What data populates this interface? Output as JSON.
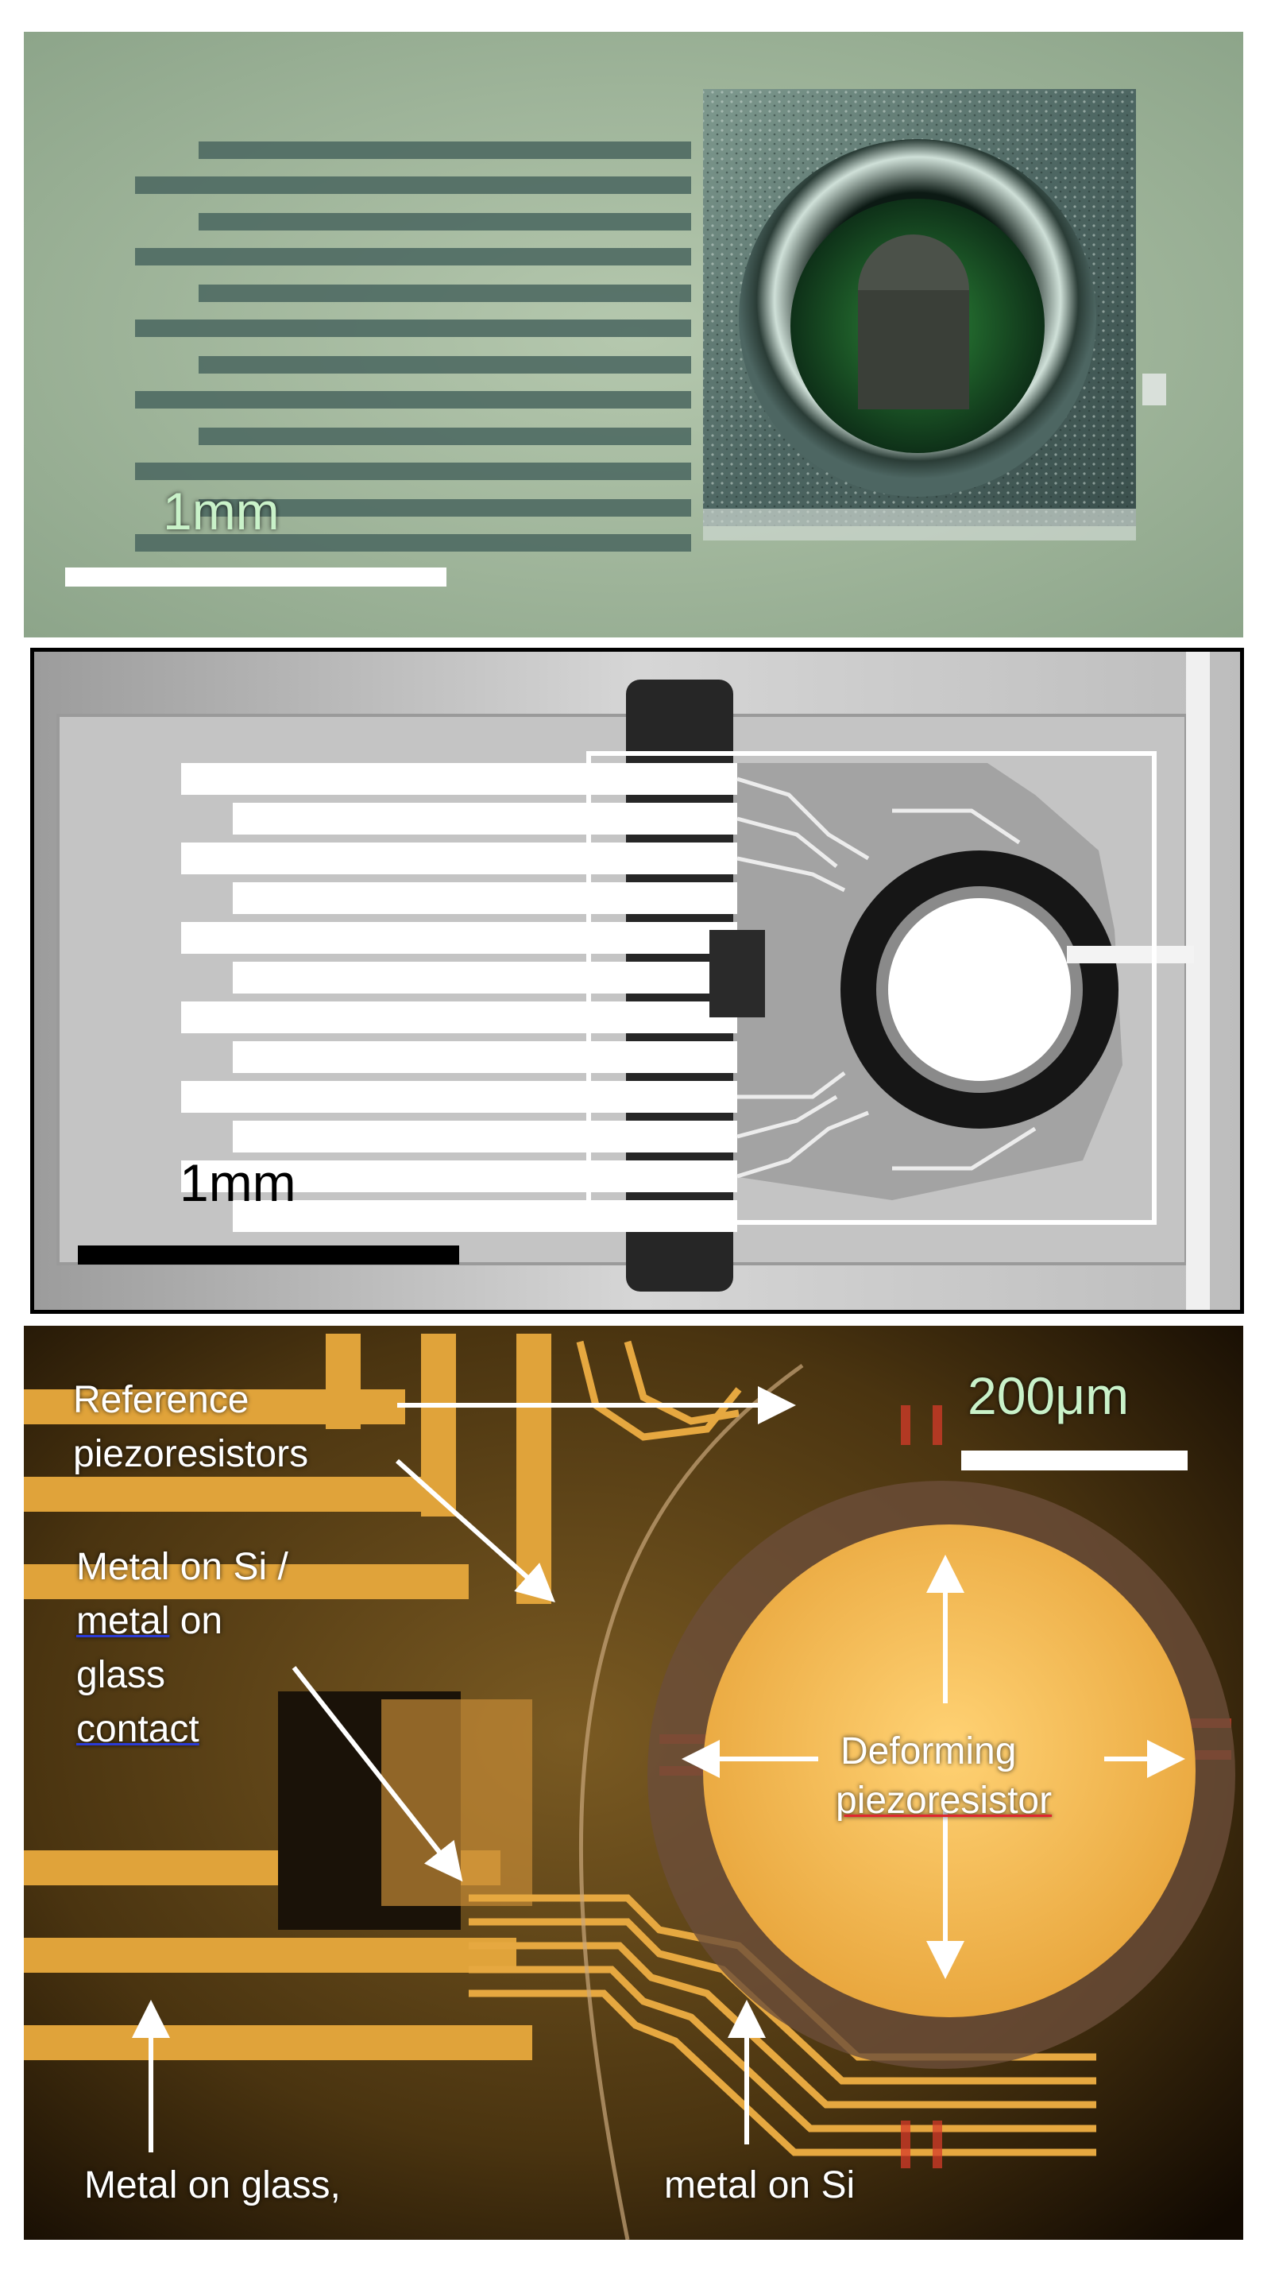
{
  "panel_a": {
    "scale_label": "1mm"
  },
  "panel_b": {
    "scale_label": "1mm"
  },
  "panel_c": {
    "scale_label": "200μm",
    "ref_line1": "Reference",
    "ref_line2": "piezoresistors",
    "contact_line1": "Metal on Si /",
    "contact_line2a": "metal",
    "contact_line2b": " on",
    "contact_line3": "glass",
    "contact_line4": "contact",
    "deform_line1": "Deforming",
    "deform_line2": "piezoresistor",
    "glass_label": "Metal on glass,",
    "si_label": "metal on Si"
  },
  "colors": {
    "panel_a_bg": "#9fb79c",
    "panel_b_bg": "#c9c9c9",
    "panel_c_bg": "#2a1a08",
    "trace_gold": "#e0a33a",
    "accent_green_text": "#c9f2c9"
  }
}
